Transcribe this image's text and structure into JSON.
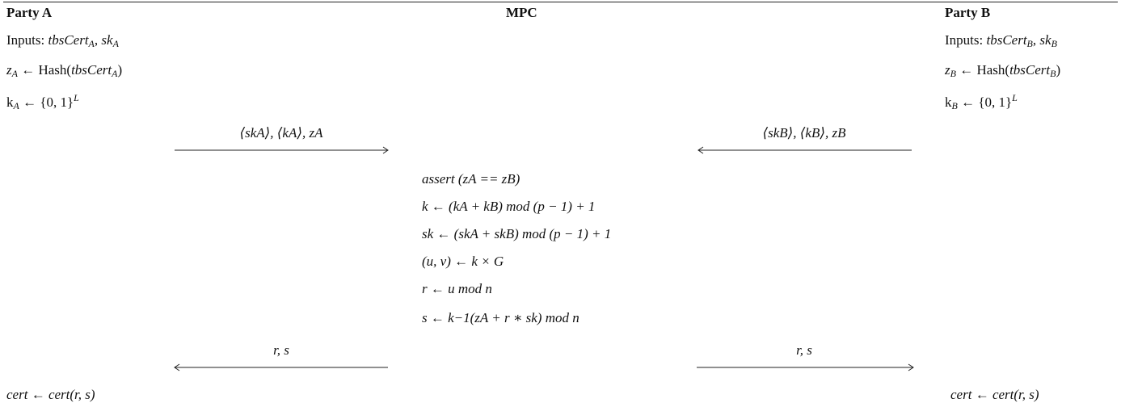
{
  "headers": {
    "party_a": "Party A",
    "mpc": "MPC",
    "party_b": "Party B"
  },
  "party_a": {
    "inputs_prefix": "Inputs:",
    "inputs_1": "tbsCert",
    "inputs_1_sub": "A",
    "inputs_sep": ",",
    "inputs_2": "sk",
    "inputs_2_sub": "A",
    "z_var": "z",
    "z_sub": "A",
    "z_arrow": "←",
    "z_fn": "Hash(",
    "z_arg": "tbsCert",
    "z_arg_sub": "A",
    "z_close": ")",
    "k_var": "k",
    "k_sub": "A",
    "k_rhs": "← {0, 1}",
    "k_sup": "L",
    "cert_lhs": "cert",
    "cert_arrow": "←",
    "cert_rhs": "cert(r, s)"
  },
  "party_b": {
    "inputs_prefix": "Inputs:",
    "inputs_1": "tbsCert",
    "inputs_1_sub": "B",
    "inputs_sep": ",",
    "inputs_2": "sk",
    "inputs_2_sub": "B",
    "z_var": "z",
    "z_sub": "B",
    "z_arrow": "←",
    "z_fn": "Hash(",
    "z_arg": "tbsCert",
    "z_arg_sub": "B",
    "z_close": ")",
    "k_var": "k",
    "k_sub": "B",
    "k_rhs": "← {0, 1}",
    "k_sup": "L",
    "cert_lhs": "cert",
    "cert_arrow": "←",
    "cert_rhs": "cert(r, s)"
  },
  "messages": {
    "a_to_mpc": "⟨skA⟩, ⟨kA⟩, zA",
    "b_to_mpc": "⟨skB⟩, ⟨kB⟩, zB",
    "mpc_to_a": "r, s",
    "mpc_to_b": "r, s"
  },
  "mpc_steps": [
    "assert (zA == zB)",
    "k ← (kA + kB)   mod (p − 1) + 1",
    "sk ← (skA + skB)   mod (p − 1) + 1",
    "(u, v) ← k × G",
    "r ← u   mod n",
    "s ← k−1(zA + r ∗ sk)   mod n"
  ]
}
